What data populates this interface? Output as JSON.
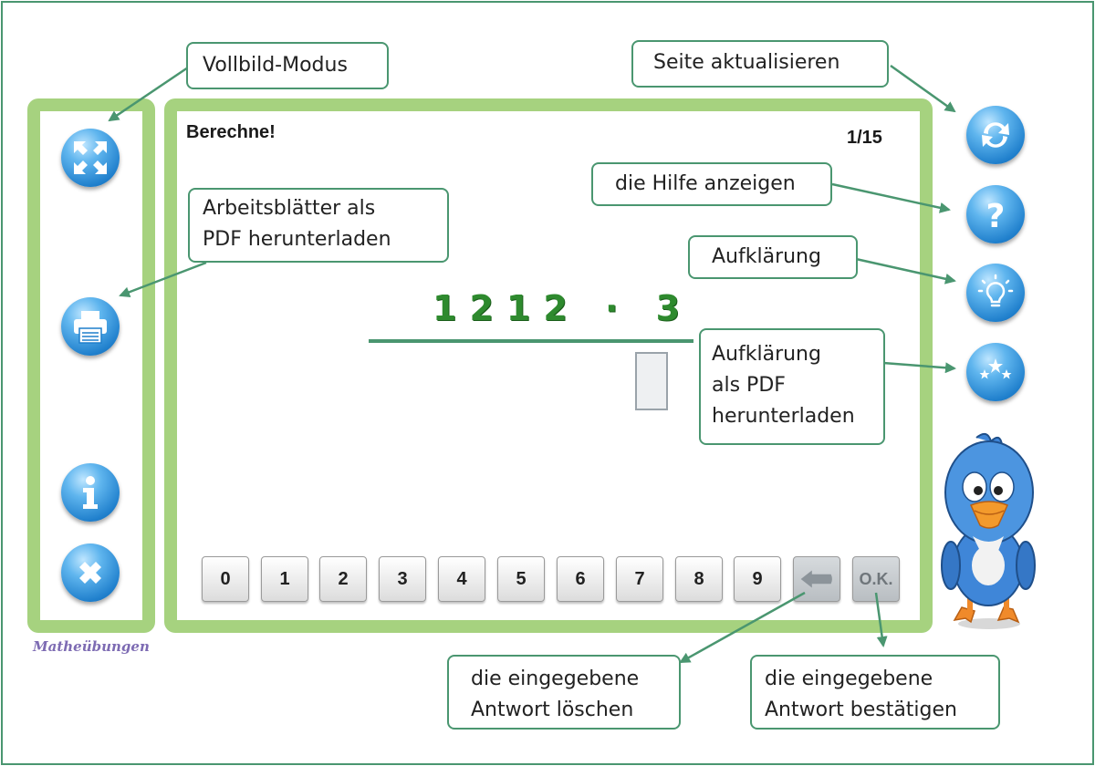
{
  "callouts": {
    "fullscreen": "Vollbild-Modus",
    "download_sheets": [
      "Arbeitsblätter als",
      "PDF herunterladen"
    ],
    "refresh": "Seite aktualisieren",
    "help": "die Hilfe anzeigen",
    "explanation": "Aufklärung",
    "explanation_pdf": [
      "Aufklärung",
      "als PDF",
      "herunterladen"
    ],
    "delete_answer": [
      "die eingegebene",
      "Antwort löschen"
    ],
    "confirm_answer": [
      "die eingegebene",
      "Antwort bestätigen"
    ]
  },
  "exercise": {
    "instruction": "Berechne!",
    "progress": "1/15",
    "problem": "1212 · 3",
    "answer_value": ""
  },
  "keypad": {
    "digits": [
      "0",
      "1",
      "2",
      "3",
      "4",
      "5",
      "6",
      "7",
      "8",
      "9"
    ],
    "ok_label": "O.K."
  },
  "logo_text": "Matheübungen",
  "icons": {
    "fullscreen": "expand-arrows-icon",
    "print": "printer-icon",
    "info": "info-icon",
    "close": "close-icon",
    "refresh": "refresh-icon",
    "help": "question-icon",
    "explanation": "lightbulb-icon",
    "explanation_pdf": "stars-icon",
    "backspace": "backspace-arrow-icon",
    "mascot": "bird-mascot"
  },
  "colors": {
    "panel_green": "#a6d27f",
    "accent_green": "#4a9670",
    "problem_green": "#2e8a2e",
    "button_blue": "#1f7fcc"
  }
}
